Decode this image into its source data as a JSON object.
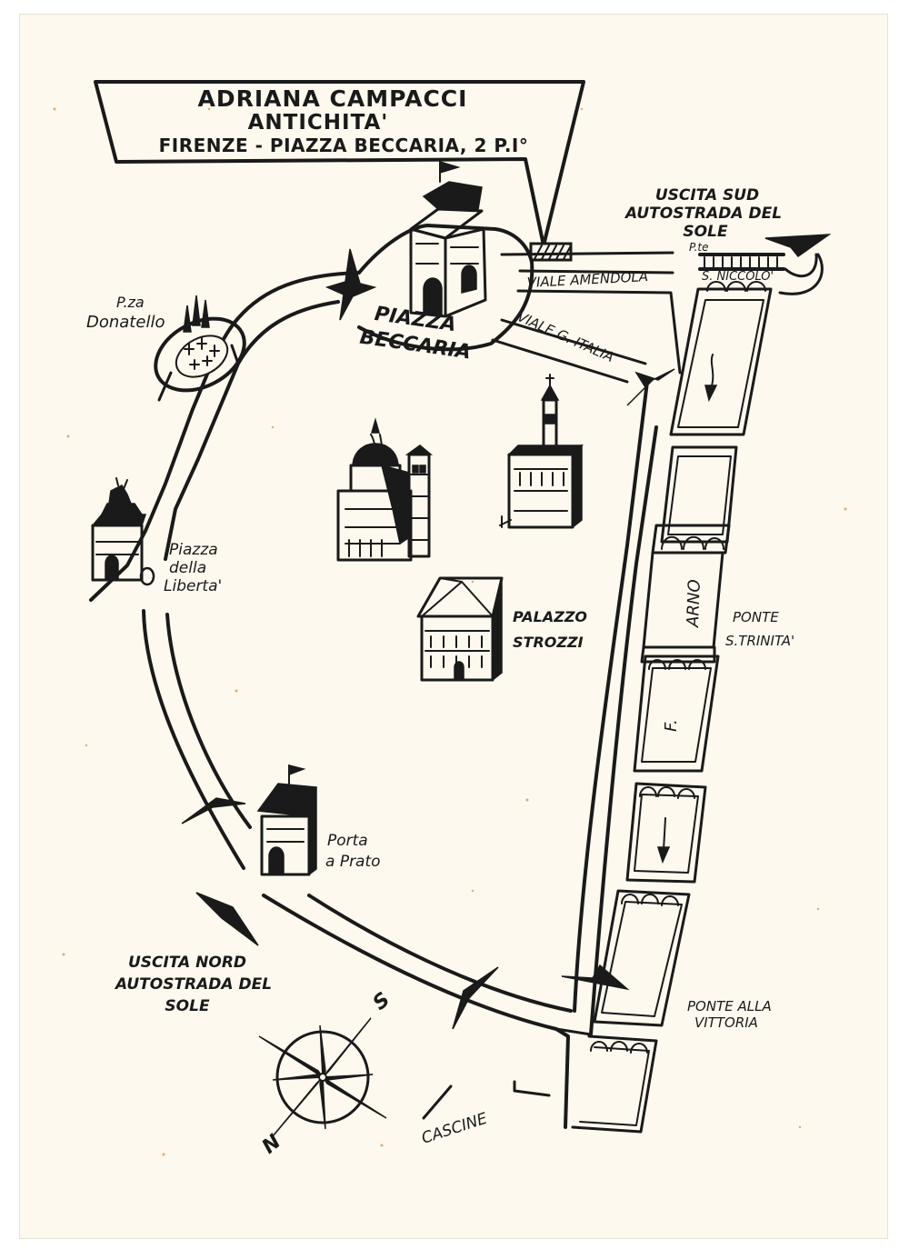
{
  "header": {
    "line1": "ADRIANA CAMPACCI",
    "line2": "ANTICHITA'",
    "line3": "FIRENZE - PIAZZA BECCARIA, 2 P.I°"
  },
  "places": {
    "piazza_beccaria": [
      "PIAZZA",
      "BECCARIA"
    ],
    "piazza_donatello": [
      "P.za",
      "Donatello"
    ],
    "piazza_liberta": [
      "Piazza",
      "della",
      "Liberta'"
    ],
    "palazzo_strozzi": [
      "PALAZZO",
      "STROZZI"
    ],
    "porta_prato": [
      "Porta",
      "a Prato"
    ],
    "cascine": "CASCINE"
  },
  "streets": {
    "viale_amendola": "VIALE AMENDOLA",
    "viale_italia": "VIALE G. ITALIA"
  },
  "exits": {
    "south": [
      "USCITA SUD",
      "AUTOSTRADA DEL",
      "SOLE"
    ],
    "north": [
      "USCITA NORD",
      "AUTOSTRADA DEL",
      "SOLE"
    ]
  },
  "bridges": {
    "niccolo_prefix": "P.te",
    "niccolo": "S. NICCOLO'",
    "trinita": [
      "PONTE",
      "S.TRINITA'"
    ],
    "vittoria": [
      "PONTE ALLA",
      "VITTORIA"
    ]
  },
  "river": {
    "prefix": "F.",
    "name": "ARNO"
  },
  "compass": {
    "north": "N",
    "south": "S"
  },
  "colors": {
    "paper": "#fdf9ef",
    "ink": "#1a1a1a"
  }
}
